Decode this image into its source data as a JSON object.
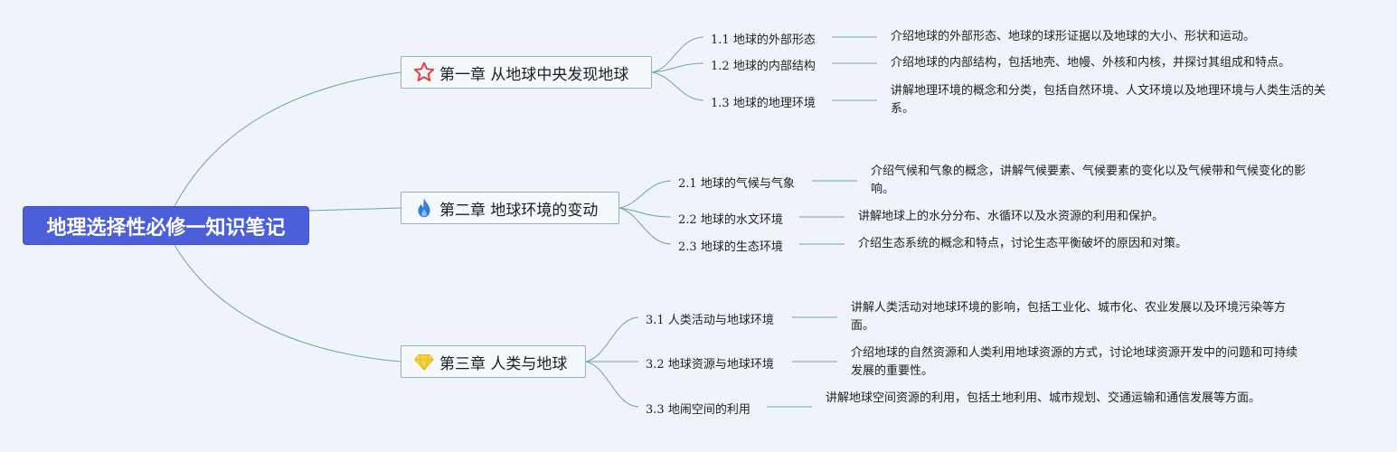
{
  "root": {
    "title": "地理选择性必修一知识笔记"
  },
  "chapters": [
    {
      "icon": "star-icon",
      "title": "第一章 从地球中央发现地球",
      "sections": [
        {
          "num": "1.1",
          "title": "地球的外部形态",
          "desc": "介绍地球的外部形态、地球的球形证据以及地球的大小、形状和运动。"
        },
        {
          "num": "1.2",
          "title": "地球的内部结构",
          "desc": "介绍地球的内部结构，包括地壳、地幔、外核和内核，并探讨其组成和特点。"
        },
        {
          "num": "1.3",
          "title": "地球的地理环境",
          "desc": "讲解地理环境的概念和分类，包括自然环境、人文环境以及地理环境与人类生活的关系。"
        }
      ]
    },
    {
      "icon": "fire-icon",
      "title": "第二章 地球环境的变动",
      "sections": [
        {
          "num": "2.1",
          "title": "地球的气候与气象",
          "desc": "介绍气候和气象的概念，讲解气候要素、气候要素的变化以及气候带和气候变化的影响。"
        },
        {
          "num": "2.2",
          "title": "地球的水文环境",
          "desc": "讲解地球上的水分分布、水循环以及水资源的利用和保护。"
        },
        {
          "num": "2.3",
          "title": "地球的生态环境",
          "desc": "介绍生态系统的概念和特点，讨论生态平衡破坏的原因和对策。"
        }
      ]
    },
    {
      "icon": "gem-icon",
      "title": "第三章 人类与地球",
      "sections": [
        {
          "num": "3.1",
          "title": "人类活动与地球环境",
          "desc": "讲解人类活动对地球环境的影响，包括工业化、城市化、农业发展以及环境污染等方面。"
        },
        {
          "num": "3.2",
          "title": "地球资源与地球环境",
          "desc": "介绍地球的自然资源和人类利用地球资源的方式，讨论地球资源开发中的问题和可持续发展的重要性。"
        },
        {
          "num": "3.3",
          "title": "地闹空间的利用",
          "desc": "讲解地球空间资源的利用，包括土地利用、城市规划、交通运输和通信发展等方面。"
        }
      ]
    }
  ],
  "colors": {
    "root": "#4a5fd9",
    "line": "#6fa3aa",
    "border": "#8fb6bd",
    "star": "#e23b3b",
    "fire": "#2f7de1",
    "gem": "#f5d442"
  }
}
